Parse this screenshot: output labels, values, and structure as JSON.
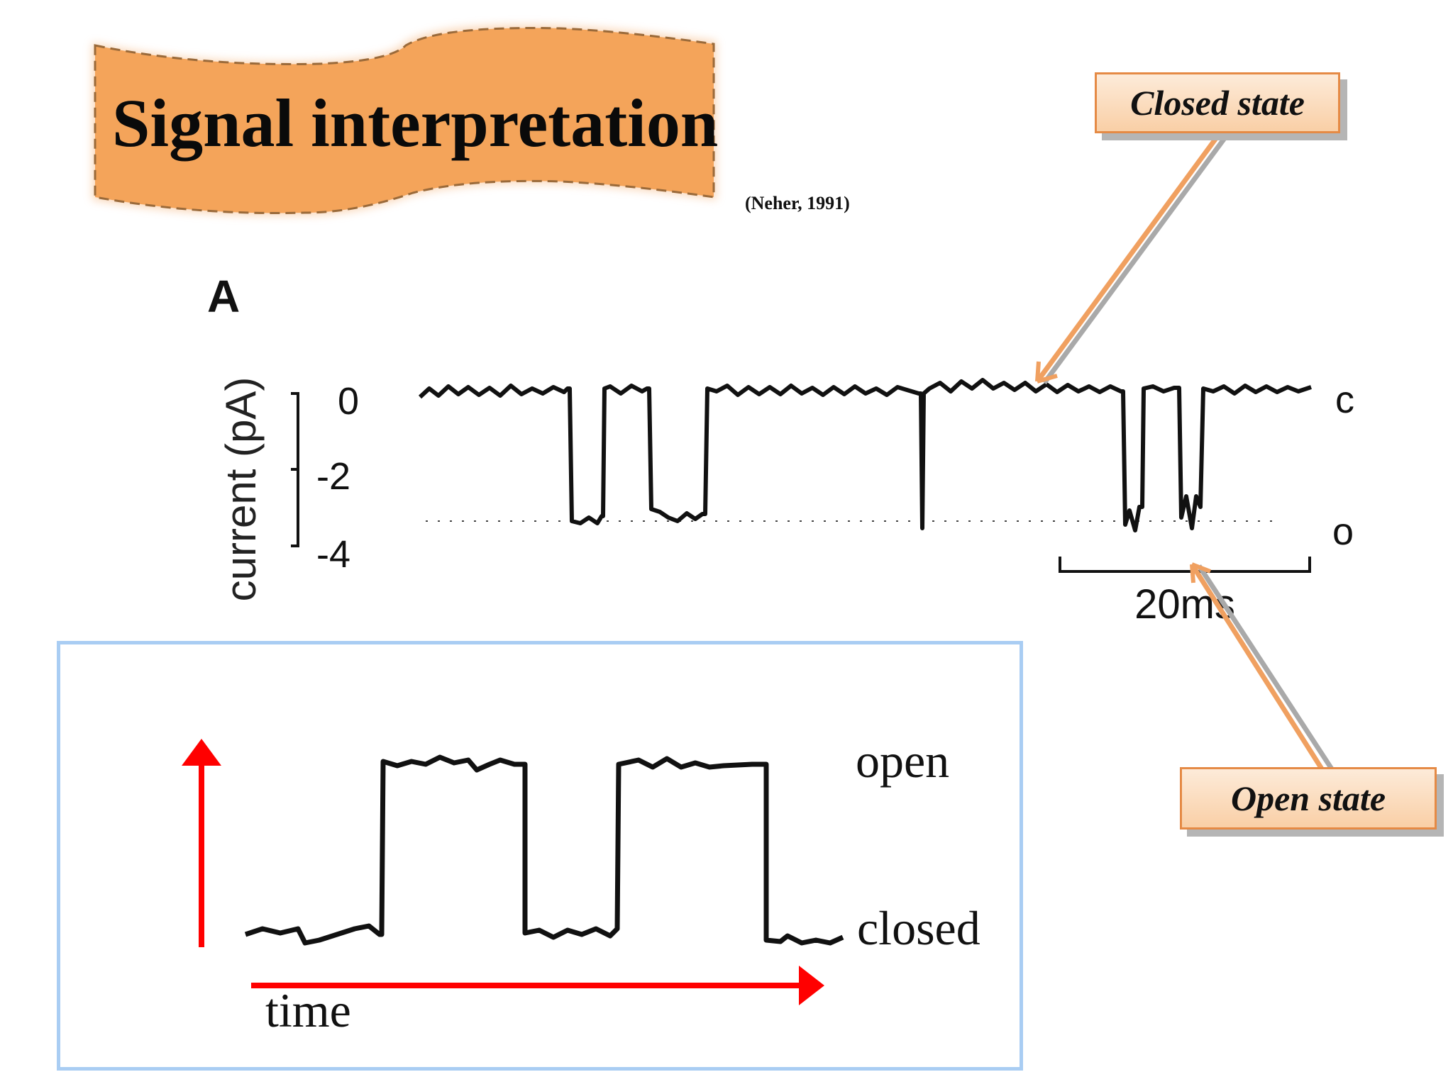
{
  "title": "Signal interpretation",
  "citation": "(Neher, 1991)",
  "recording": {
    "panel_label": "A",
    "y_axis_label": "current (pA)",
    "y_ticks": [
      "0",
      "-2",
      "-4"
    ],
    "state_closed_marker": "c",
    "state_open_marker": "o",
    "scale_bar_label": "20ms"
  },
  "callouts": {
    "closed": "Closed state",
    "open": "Open state"
  },
  "schematic": {
    "open_label": "open",
    "closed_label": "closed",
    "time_label": "time"
  },
  "colors": {
    "banner_fill": "#f4a45a",
    "callout_border": "#e58a45",
    "arrow_orange": "#f0a060",
    "arrow_red": "#ff0000",
    "panel_border": "#a9cdf3"
  }
}
